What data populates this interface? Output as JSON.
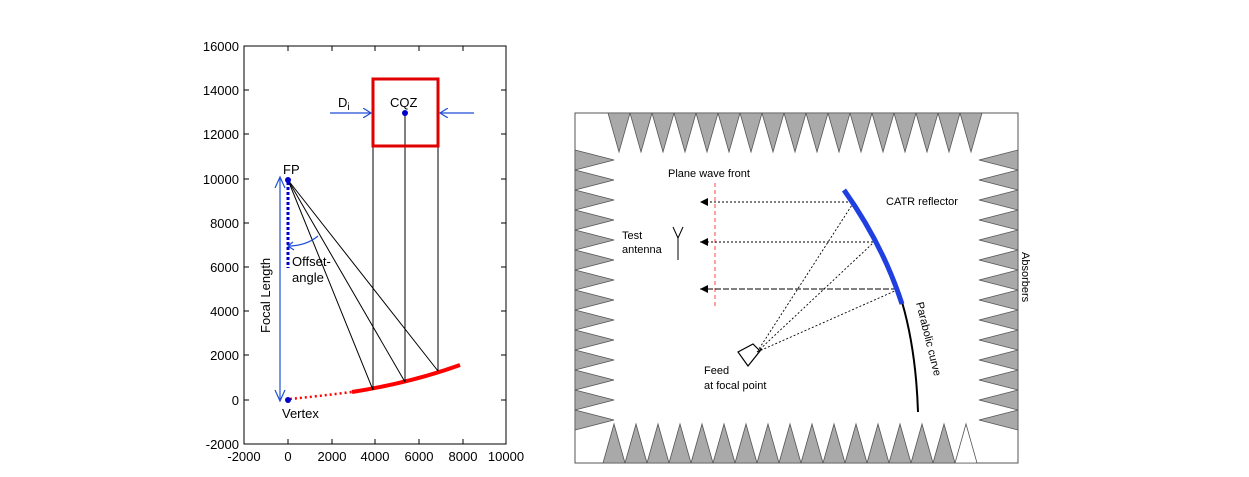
{
  "figure": {
    "left_panel": {
      "x_ticks": [
        "-2000",
        "0",
        "2000",
        "4000",
        "6000",
        "8000",
        "10000"
      ],
      "y_ticks": [
        "16000",
        "14000",
        "12000",
        "10000",
        "8000",
        "6000",
        "4000",
        "2000",
        "0",
        "-2000"
      ],
      "labels": {
        "fp": "FP",
        "cqz": "CQZ",
        "di_main": "D",
        "di_sub": "i",
        "focal_length": "Focal Length",
        "offset_line1": "Offset-",
        "offset_line2": "angle",
        "vertex": "Vertex"
      },
      "colors": {
        "reflector": "#ff0000",
        "cqz_box": "#e00000",
        "marker": "#0000cc",
        "arrow": "#1f4fd6"
      }
    },
    "right_panel": {
      "labels": {
        "plane_wave": "Plane wave front",
        "catr": "CATR reflector",
        "test_line1": "Test",
        "test_line2": "antenna",
        "feed_line1": "Feed",
        "feed_line2": "at focal point",
        "parabolic": "Parabolic curve",
        "absorbers": "Absorbers"
      },
      "colors": {
        "reflector": "#1f3fe0",
        "absorber_fill": "#a9a9a9",
        "wavefront": "#ff4444"
      }
    }
  }
}
